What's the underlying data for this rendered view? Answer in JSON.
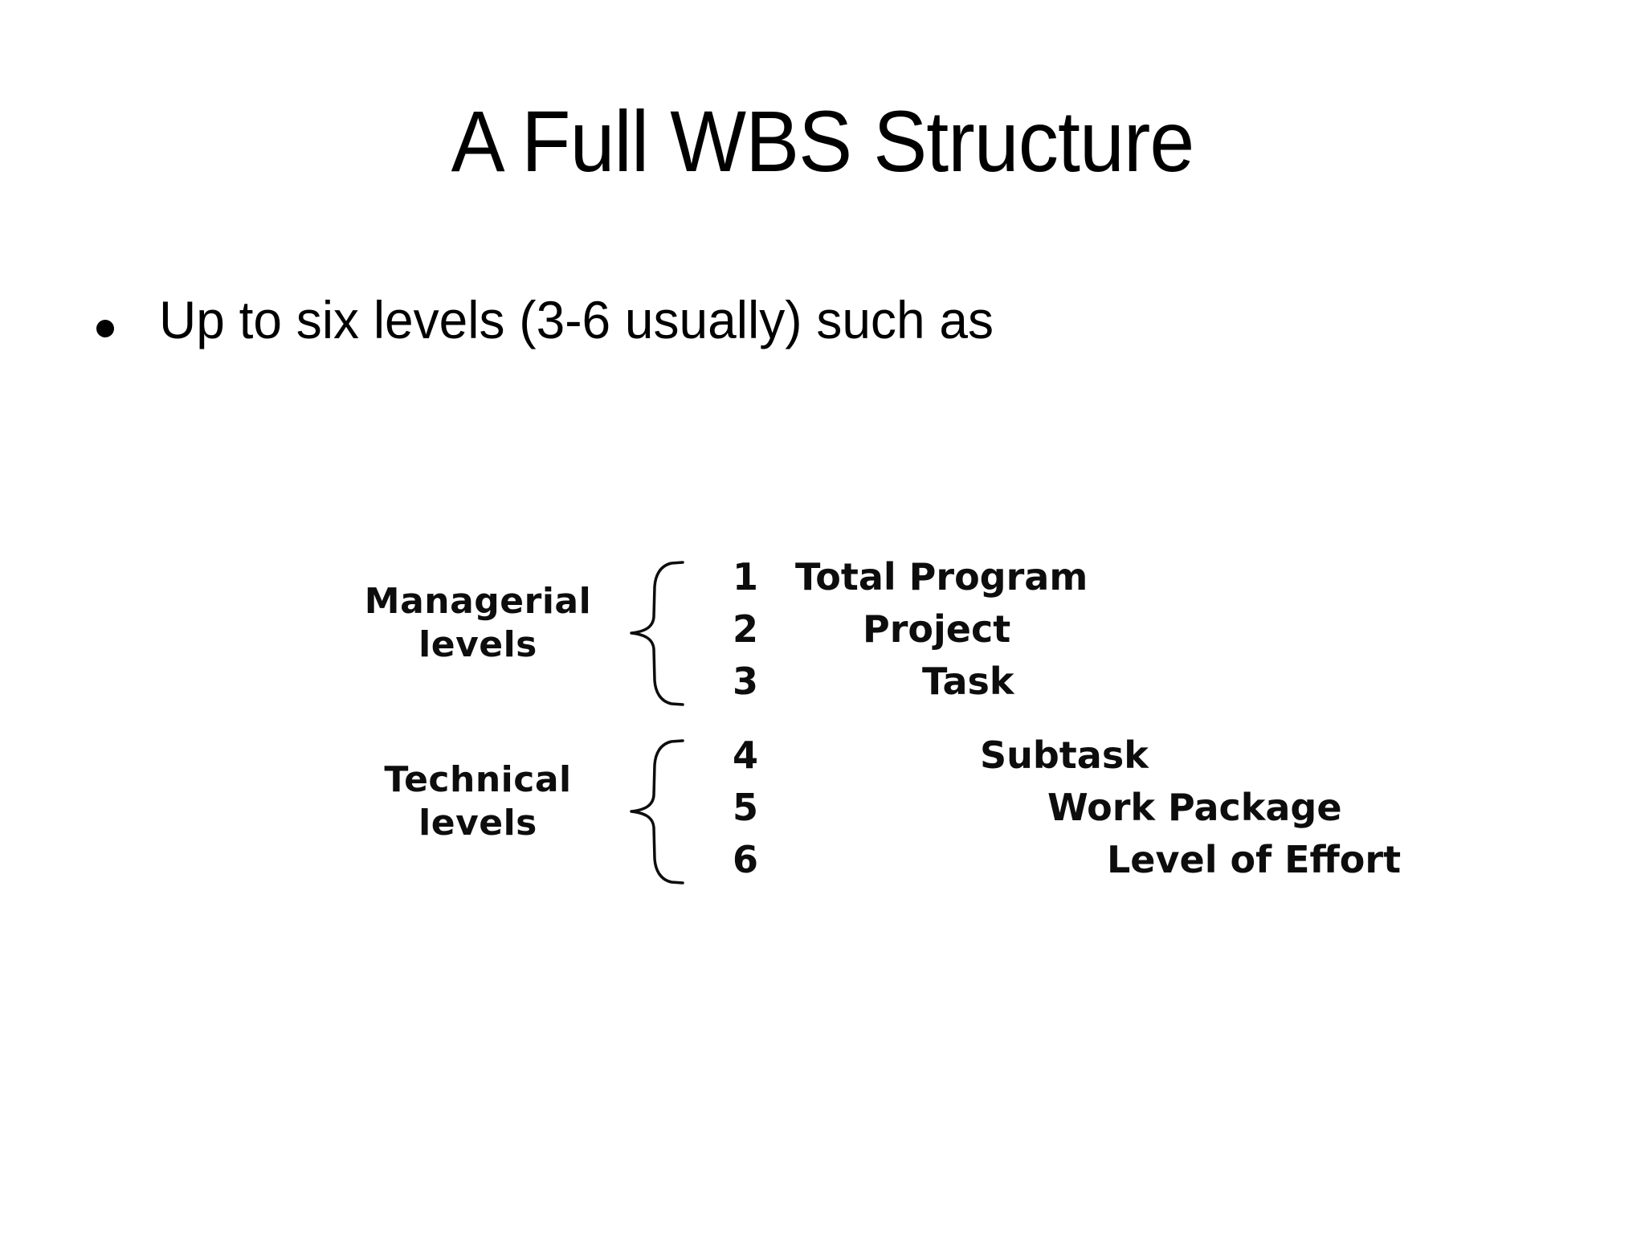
{
  "slide": {
    "title": "A Full WBS Structure",
    "background_color": "#ffffff",
    "text_color": "#000000"
  },
  "bullets": [
    {
      "marker": "bullet-dot",
      "text": "Up to six levels (3-6 usually) such as"
    }
  ],
  "diagram": {
    "type": "wbs-levels",
    "groups": [
      {
        "label_line1": "Managerial",
        "label_line2": "levels",
        "brace": "curly-brace-left",
        "rows": [
          {
            "number": "1",
            "name": "Total Program",
            "indent": 0
          },
          {
            "number": "2",
            "name": "Project",
            "indent": 1
          },
          {
            "number": "3",
            "name": "Task",
            "indent": 2
          }
        ]
      },
      {
        "label_line1": "Technical",
        "label_line2": "levels",
        "brace": "curly-brace-left",
        "rows": [
          {
            "number": "4",
            "name": "Subtask",
            "indent": 0
          },
          {
            "number": "5",
            "name": "Work Package",
            "indent": 1
          },
          {
            "number": "6",
            "name": "Level of Effort",
            "indent": 2
          }
        ]
      }
    ]
  }
}
